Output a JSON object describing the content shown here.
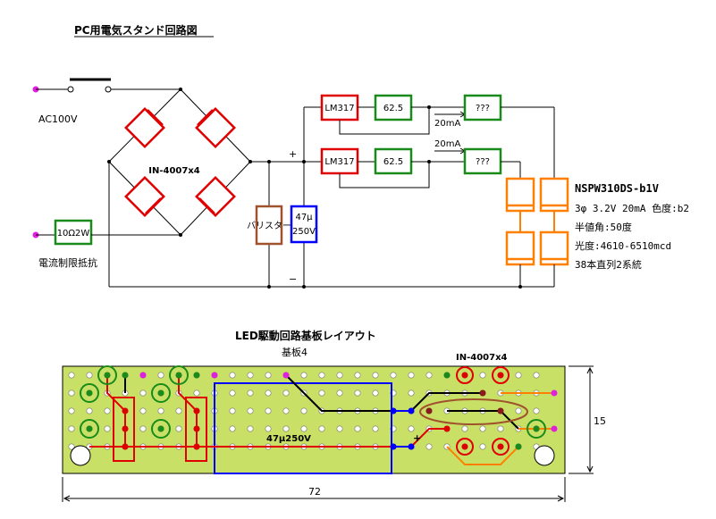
{
  "schematic": {
    "title": "PC用電気スタンド回路図",
    "ac_label": "AC100V",
    "resistor_value": "10Ω2W",
    "resistor_caption": "電流制限抵抗",
    "bridge_label": "IN-4007x4",
    "plus_sign": "+",
    "minus_sign": "−",
    "varistor_label": "バリスター",
    "capacitor_label_1": "47μ",
    "capacitor_label_2": "250V",
    "regulator_label": "LM317",
    "setting_resistor": "62.5",
    "led_string_label": "???",
    "current_label": "20mA"
  },
  "led_spec": {
    "part": "NSPW310DS-b1V",
    "line1": "3φ 3.2V 20mA 色度:b2",
    "line2": "半値角:50度",
    "line3": "光度:4610-6510mcd",
    "line4": "38本直列2系統"
  },
  "layout_section": {
    "title": "LED駆動回路基板レイアウト",
    "board_name": "基板4",
    "bridge_label": "IN-4007x4",
    "capacitor_label": "47μ250V",
    "plus_sign": "+",
    "height_dim": "15",
    "width_dim": "72",
    "colors": {
      "board": "#c8e066",
      "hole": "#ffffff",
      "red_trace": "#e00000",
      "black_trace": "#000000",
      "green": "#1a8a1a",
      "orange": "#ff8000",
      "blue": "#0000ff",
      "magenta": "#e020e0",
      "brown": "#a0522d"
    }
  }
}
